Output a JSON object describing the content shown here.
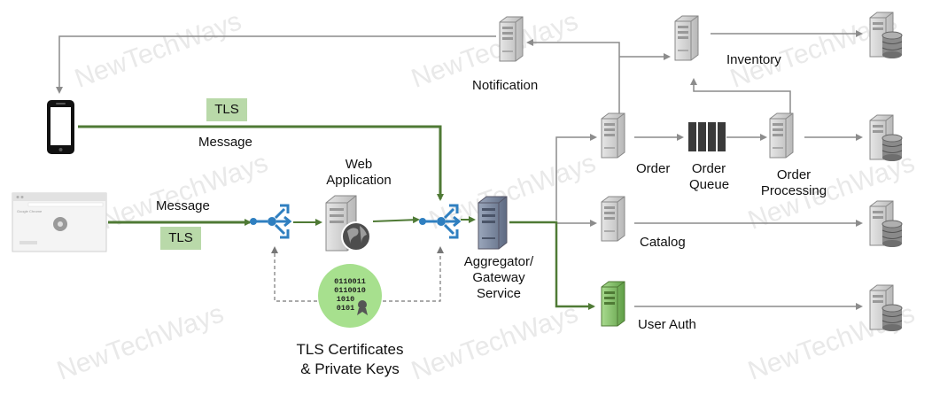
{
  "watermark": "NewTechWays",
  "labels": {
    "tls_top": "TLS",
    "message_top": "Message",
    "message_bottom": "Message",
    "tls_bottom": "TLS",
    "web_application_line1": "Web",
    "web_application_line2": "Application",
    "aggregator_line1": "Aggregator/",
    "aggregator_line2": "Gateway",
    "aggregator_line3": "Service",
    "notification": "Notification",
    "inventory": "Inventory",
    "order": "Order",
    "order_queue_line1": "Order",
    "order_queue_line2": "Queue",
    "order_processing_line1": "Order",
    "order_processing_line2": "Processing",
    "catalog": "Catalog",
    "user_auth": "User Auth",
    "certs_line1": "TLS Certificates",
    "certs_line2": "& Private Keys"
  },
  "cert_bits": [
    "0110011",
    "0110010",
    "1010",
    "0101"
  ],
  "browser_screen_text": "Google Chrome",
  "icons": {
    "phone": "smartphone-icon",
    "browser": "browser-window-icon",
    "gateway": "load-balancer-icon",
    "server": "server-icon",
    "database": "database-server-icon",
    "queue": "message-queue-icon",
    "certificate": "certificate-icon"
  },
  "colors": {
    "green_line": "#4f7a35",
    "gray_line": "#8c8c8c",
    "tls_box": "#b9d9a9",
    "gateway_blue": "#2f7fc0",
    "cert_circle": "#a7e08e"
  }
}
